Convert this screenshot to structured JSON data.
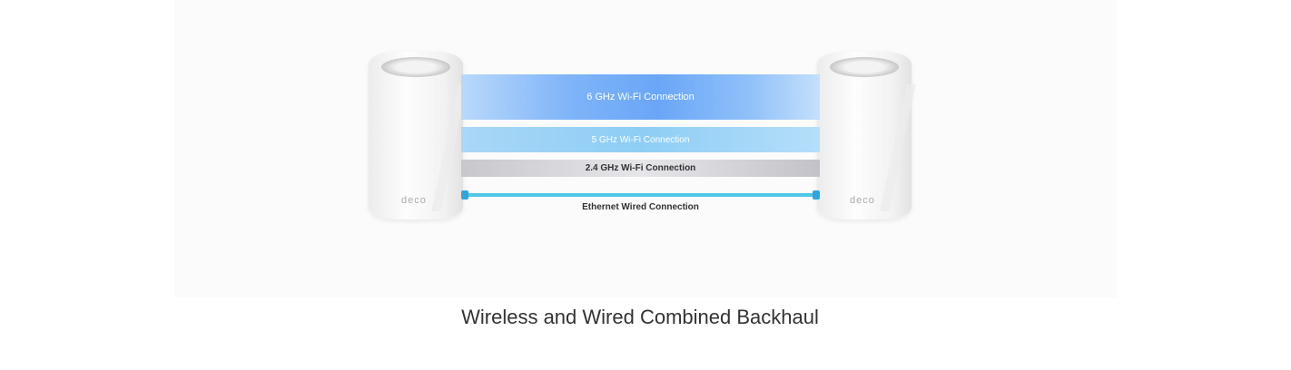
{
  "diagram": {
    "bands": {
      "ghz6": "6 GHz Wi-Fi Connection",
      "ghz5": "5 GHz Wi-Fi Connection",
      "ghz24": "2.4 GHz Wi-Fi Connection"
    },
    "ethernet": "Ethernet Wired Connection",
    "device_logo": "deco"
  },
  "caption": "Wireless and Wired Combined Backhaul"
}
